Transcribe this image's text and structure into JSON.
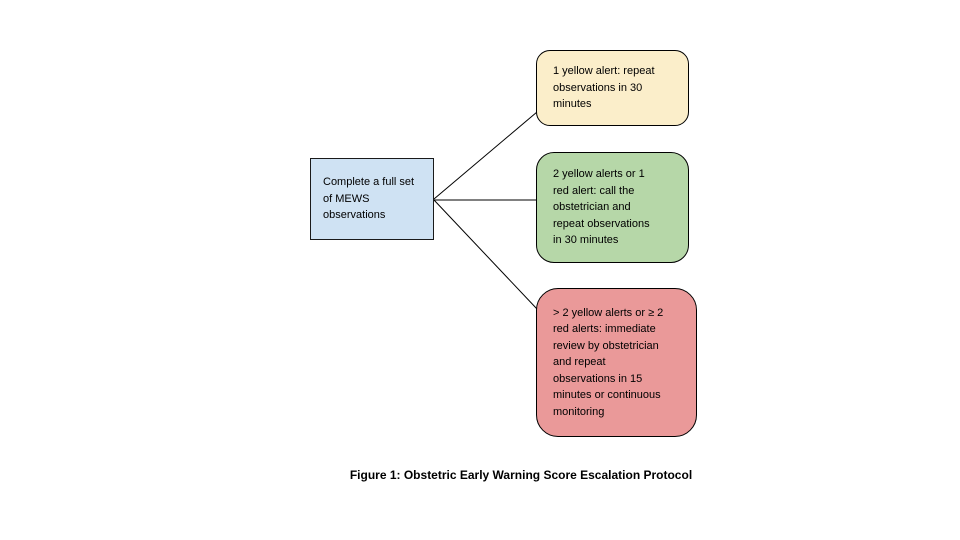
{
  "figure": {
    "caption": "Figure 1: Obstetric Early Warning Score Escalation Protocol",
    "background_color": "#ffffff",
    "connector_color": "#000000",
    "border_color": "#000000"
  },
  "flowchart": {
    "start_node": {
      "label": "Complete a full set of MEWS observations",
      "fill": "#cfe2f3"
    },
    "outcomes": [
      {
        "label": "1 yellow alert: repeat observations in 30 minutes",
        "fill": "#fbeeca"
      },
      {
        "label": "2 yellow alerts or 1 red alert: call the obstetrician and repeat observations in 30 minutes",
        "fill": "#b6d7a8"
      },
      {
        "label": "> 2 yellow alerts or ≥ 2 red alerts: immediate review by obstetrician and repeat observations in 15 minutes or continuous monitoring",
        "fill": "#ea9999"
      }
    ]
  }
}
